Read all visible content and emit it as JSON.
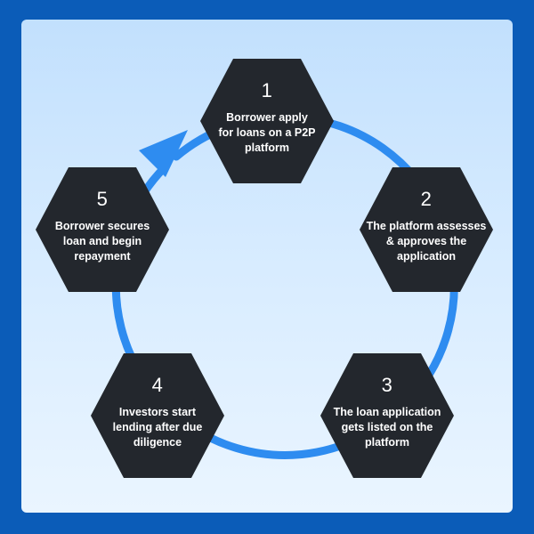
{
  "colors": {
    "frame": "#0b5cb8",
    "hexagon": "#23272d",
    "cycle_arrow": "#2e8cf0",
    "text": "#ffffff"
  },
  "steps": [
    {
      "number": "1",
      "text": "Borrower apply\nfor loans on a P2P\nplatform"
    },
    {
      "number": "2",
      "text": "The platform assesses\n& approves the\napplication"
    },
    {
      "number": "3",
      "text": "The loan application\ngets listed on the\nplatform"
    },
    {
      "number": "4",
      "text": "Investors start\nlending after due\ndiligence"
    },
    {
      "number": "5",
      "text": "Borrower secures\nloan and begin\nrepayment"
    }
  ]
}
